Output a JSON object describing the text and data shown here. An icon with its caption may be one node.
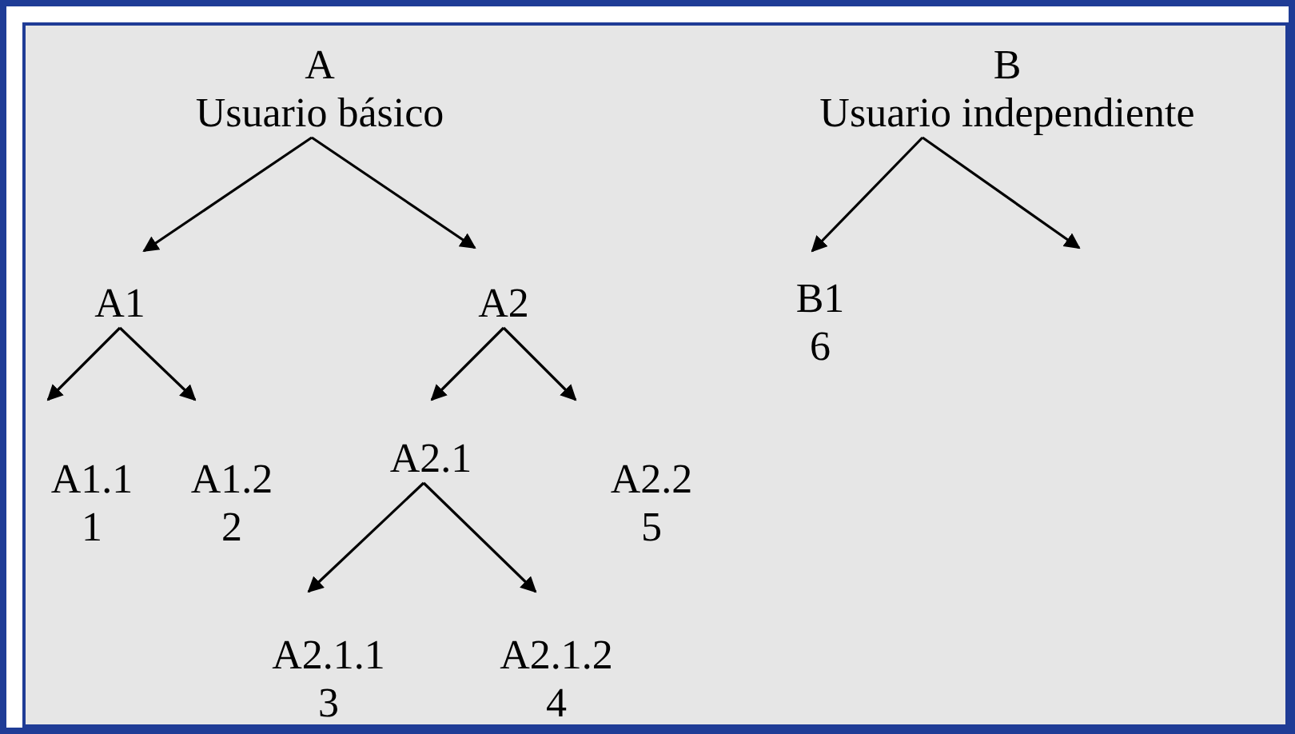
{
  "diagram": {
    "nodes": [
      {
        "text": [
          "A",
          "Usuario básico"
        ]
      },
      {
        "text": [
          "B",
          "Usuario independiente"
        ]
      },
      {
        "text": [
          "A1"
        ]
      },
      {
        "text": [
          "A2"
        ]
      },
      {
        "text": [
          "B1",
          "6"
        ]
      },
      {
        "text": [
          "A1.1",
          "1"
        ]
      },
      {
        "text": [
          "A1.2",
          "2"
        ]
      },
      {
        "text": [
          "A2.1"
        ]
      },
      {
        "text": [
          "A2.2",
          "5"
        ]
      },
      {
        "text": [
          "A2.1.1",
          "3"
        ]
      },
      {
        "text": [
          "A2.1.2",
          "4"
        ]
      }
    ],
    "edges": [
      {
        "from": 0,
        "to": 2,
        "arrow": "to"
      },
      {
        "from": 0,
        "to": 3,
        "arrow": "to"
      },
      {
        "from": 1,
        "to": 4,
        "arrow": "to"
      },
      {
        "from": 1,
        "to": null,
        "arrow": "to"
      },
      {
        "from": 2,
        "to": 5,
        "arrow": "to"
      },
      {
        "from": 2,
        "to": 6,
        "arrow": "to"
      },
      {
        "from": 3,
        "to": 7,
        "arrow": "to"
      },
      {
        "from": 3,
        "to": 8,
        "arrow": "to"
      },
      {
        "from": 7,
        "to": 9,
        "arrow": "to"
      },
      {
        "from": 7,
        "to": 10,
        "arrow": "to"
      }
    ]
  }
}
